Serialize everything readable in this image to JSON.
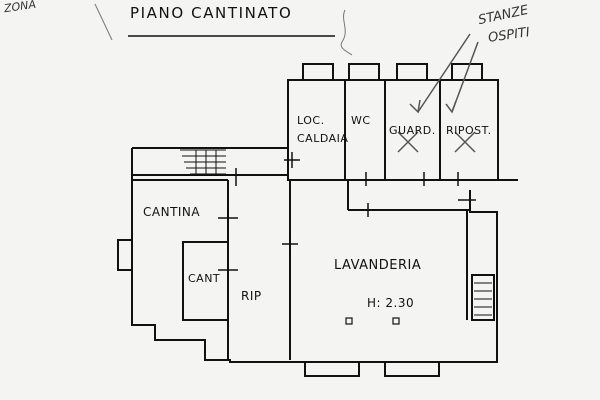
{
  "plan": {
    "title": "PIANO CANTINATO",
    "annotations": {
      "zona": "ZONA",
      "stanze_line1": "STANZE",
      "stanze_line2": "OSPITI"
    },
    "rooms": {
      "loc_line1": "LOC.",
      "loc_line2": "CALDAIA",
      "wc": "WC",
      "guard": "GUARD.",
      "ripost": "RIPOST.",
      "cantina": "CANTINA",
      "cant": "CANT",
      "rip": "RIP",
      "lavanderia": "LAVANDERIA",
      "height": "H: 2.30"
    },
    "colors": {
      "ink": "#111111",
      "paper": "#f4f4f2",
      "pencil": "#555555"
    }
  }
}
